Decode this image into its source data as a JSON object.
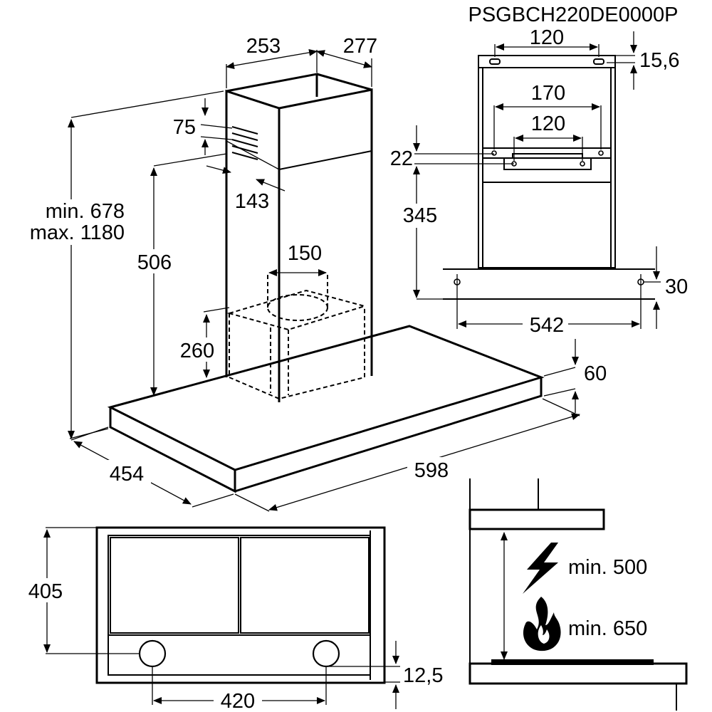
{
  "model_code": "PSGBCH220DE0000P",
  "dimensions": {
    "chimney_width": "253",
    "chimney_depth": "277",
    "vent_height": "75",
    "vent_offset": "143",
    "height_min": "min. 678",
    "height_max": "max. 1180",
    "chimney_lower_height": "506",
    "outlet_diameter": "150",
    "filter_box_height": "260",
    "canopy_thickness": "60",
    "canopy_depth": "454",
    "canopy_width": "598",
    "bracket_top_spacing": "120",
    "bracket_top_offset": "15,6",
    "bracket_outer_spacing": "170",
    "bracket_inner_spacing": "120",
    "bracket_height": "22",
    "bracket_to_base": "345",
    "base_screw_offset": "30",
    "base_screw_spacing": "542",
    "bottom_depth": "405",
    "lamp_spacing": "420",
    "lamp_offset": "12,5",
    "clearance_electric": "min. 500",
    "clearance_gas": "min. 650"
  }
}
